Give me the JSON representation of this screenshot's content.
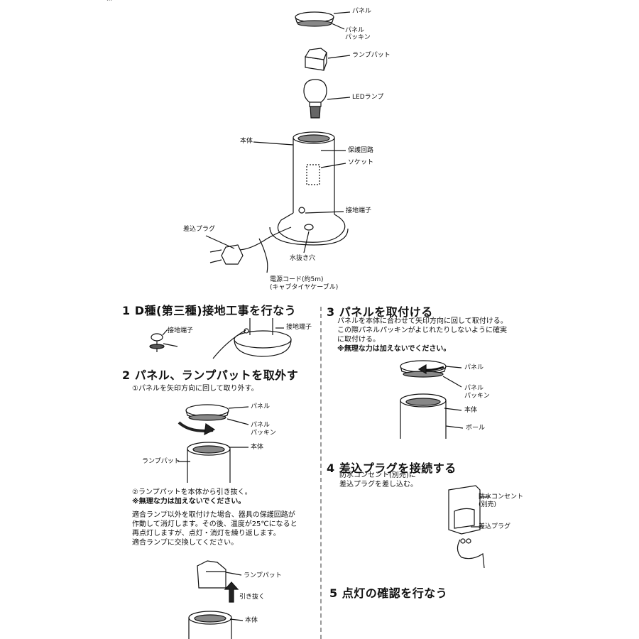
{
  "top_note": "…",
  "exploded": {
    "panel": "パネル",
    "panel_packing_1": "パネル",
    "panel_packing_2": "パッキン",
    "lamp_pad": "ランプパット",
    "led_lamp": "LEDランプ",
    "body": "本体",
    "protection_circuit": "保護回路",
    "socket": "ソケット",
    "ground_terminal": "接地端子",
    "plug": "差込プラグ",
    "drain_hole": "水抜き穴",
    "cord_1": "電源コード(約5m)",
    "cord_2": "(キャブタイヤケーブル)"
  },
  "step1": {
    "title": "1 D種(第三種)接地工事を行なう",
    "ground_terminal_a": "接地端子",
    "ground_terminal_b": "接地端子"
  },
  "step2": {
    "title": "2 パネル、ランプパットを取外す",
    "line1": "①パネルを矢印方向に回して取り外す。",
    "panel": "パネル",
    "panel_packing_1": "パネル",
    "panel_packing_2": "パッキン",
    "body": "本体",
    "lamp_pad": "ランプパット",
    "line2": "②ランプパットを本体から引き抜く。",
    "warning": "※無理な力は加えないでください。",
    "note1": "適合ランプ以外を取付けた場合、器具の保護回路が",
    "note2": "作動して消灯します。その後、温度が25℃になると",
    "note3": "再点灯しますが、点灯・消灯を繰り返します。",
    "note4": "適合ランプに交換してください。",
    "lamp_pad_b": "ランプパット",
    "pull_out": "引き抜く",
    "body_b": "本体"
  },
  "step3": {
    "title": "3 パネルを取付ける",
    "line1": "パネルを本体に合わせて矢印方向に回して取付ける。",
    "line2": "この際パネルパッキンがよじれたりしないように確実",
    "line3": "に取付ける。",
    "warning": "※無理な力は加えないでください。",
    "panel": "パネル",
    "panel_packing_1": "パネル",
    "panel_packing_2": "パッキン",
    "body": "本体",
    "pole": "ポール"
  },
  "step4": {
    "title": "4 差込プラグを接続する",
    "line1": "防水コンセント(別売)に",
    "line2": "差込プラグを差し込む。",
    "outlet_1": "防水コンセント",
    "outlet_2": "(別売)",
    "plug": "差込プラグ"
  },
  "step5": {
    "title": "5 点灯の確認を行なう"
  }
}
